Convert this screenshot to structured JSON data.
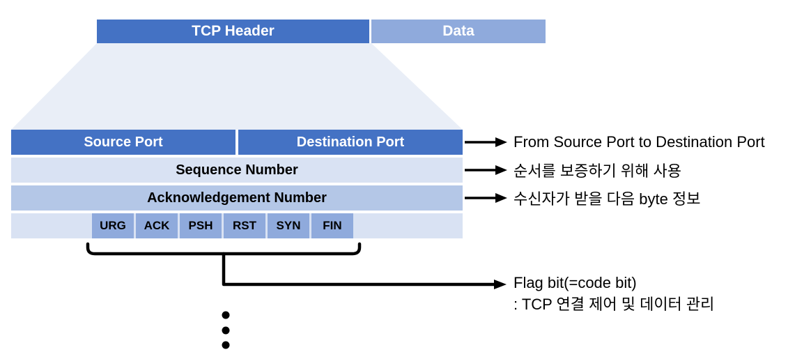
{
  "diagram": {
    "top_bar": {
      "tcp_header": "TCP Header",
      "data": "Data"
    },
    "table": {
      "source_port": "Source Port",
      "destination_port": "Destination Port",
      "sequence_number": "Sequence Number",
      "acknowledgement_number": "Acknowledgement Number",
      "flags": [
        "URG",
        "ACK",
        "PSH",
        "RST",
        "SYN",
        "FIN"
      ]
    },
    "annotations": {
      "source_dest": "From Source Port to Destination Port",
      "sequence": "순서를 보증하기 위해 사용",
      "acknowledgement": "수신자가 받을 다음 byte 정보",
      "flag_line1": "Flag bit(=code bit)",
      "flag_line2": ": TCP 연결 제어 및 데이터 관리"
    },
    "colors": {
      "primary_blue": "#4472C4",
      "medium_blue": "#8FAADC",
      "light_blue": "#B4C7E7",
      "pale_blue": "#D9E2F3",
      "trapezoid_fill": "#E9EEF7",
      "line_black": "#000000"
    }
  }
}
